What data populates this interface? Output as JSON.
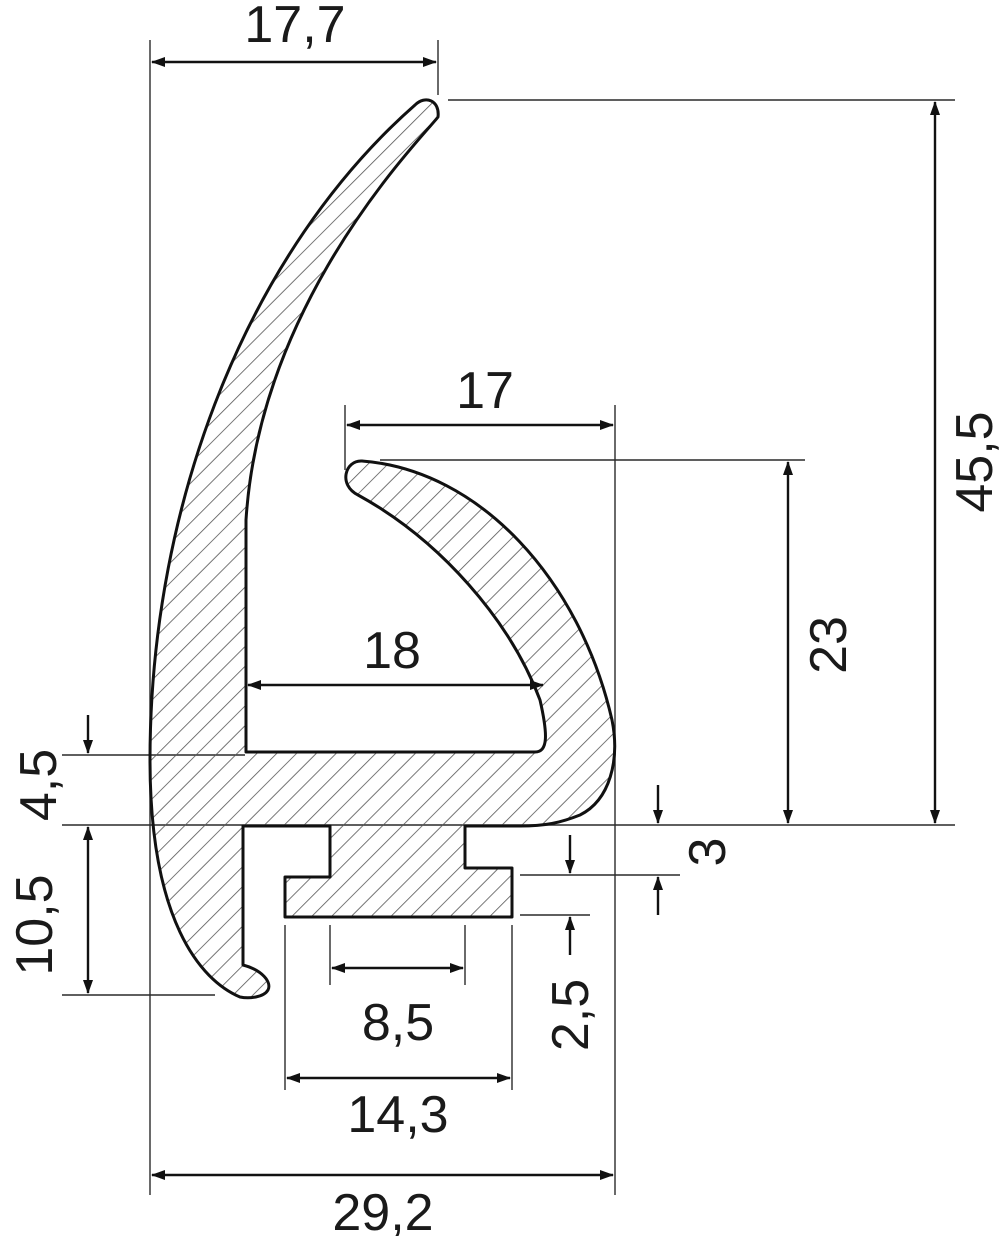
{
  "colors": {
    "line": "#111111",
    "hatch": "#555555",
    "background": "#ffffff"
  },
  "dimensions": {
    "top_width": "17,7",
    "lip_width": "17",
    "inner_width": "18",
    "total_height": "45,5",
    "lip_height": "23",
    "base_thickness": "4,5",
    "lower_height": "10,5",
    "groove_depth": "3",
    "flange_thickness": "2,5",
    "neck_width": "8,5",
    "flange_width": "14,3",
    "total_width": "29,2"
  }
}
